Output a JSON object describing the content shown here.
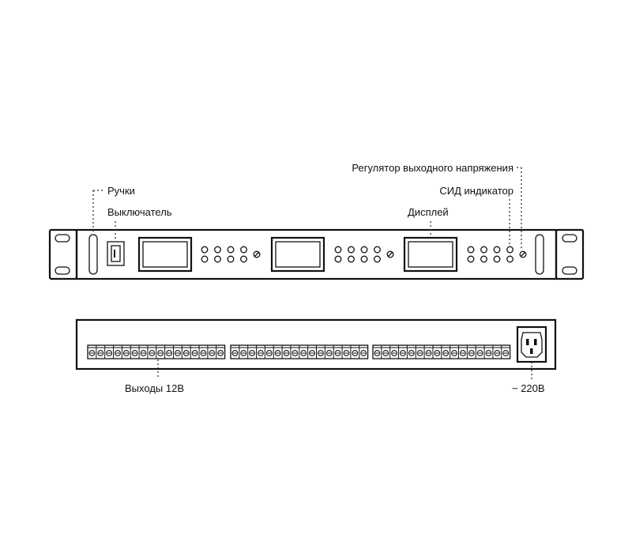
{
  "labels": {
    "handles": "Ручки",
    "switch": "Выключатель",
    "display": "Дисплей",
    "voltage_regulator": "Регулятор выходного напряжения",
    "led_indicator": "СИД индикатор",
    "outputs": "Выходы 12В",
    "mains": "~ 220В"
  },
  "front_panel": {
    "modules": 3,
    "leds_per_module": 8
  },
  "rear_panel": {
    "terminal_blocks": 3,
    "terminals_per_block": 16
  }
}
